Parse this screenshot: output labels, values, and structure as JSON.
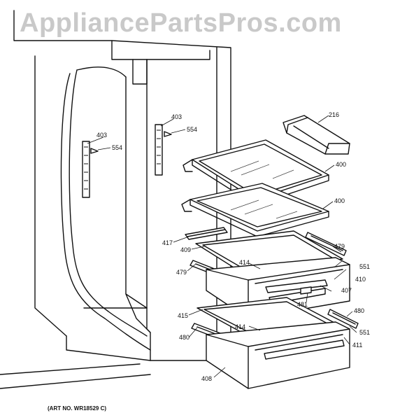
{
  "watermark": "AppliancePartsPros.com",
  "art_number": "(ART NO. WR18529 C)",
  "callouts": {
    "c216": "216",
    "c400a": "400",
    "c400b": "400",
    "c403a": "403",
    "c554a": "554",
    "c403b": "403",
    "c554b": "554",
    "c417": "417",
    "c409": "409",
    "c479a": "479",
    "c479b": "479",
    "c414a": "414",
    "c551a": "551",
    "c410": "410",
    "c407": "407",
    "c481": "481",
    "c415": "415",
    "c480a": "480",
    "c414b": "414",
    "c551b": "551",
    "c480b": "480",
    "c411": "411",
    "c408": "408"
  }
}
